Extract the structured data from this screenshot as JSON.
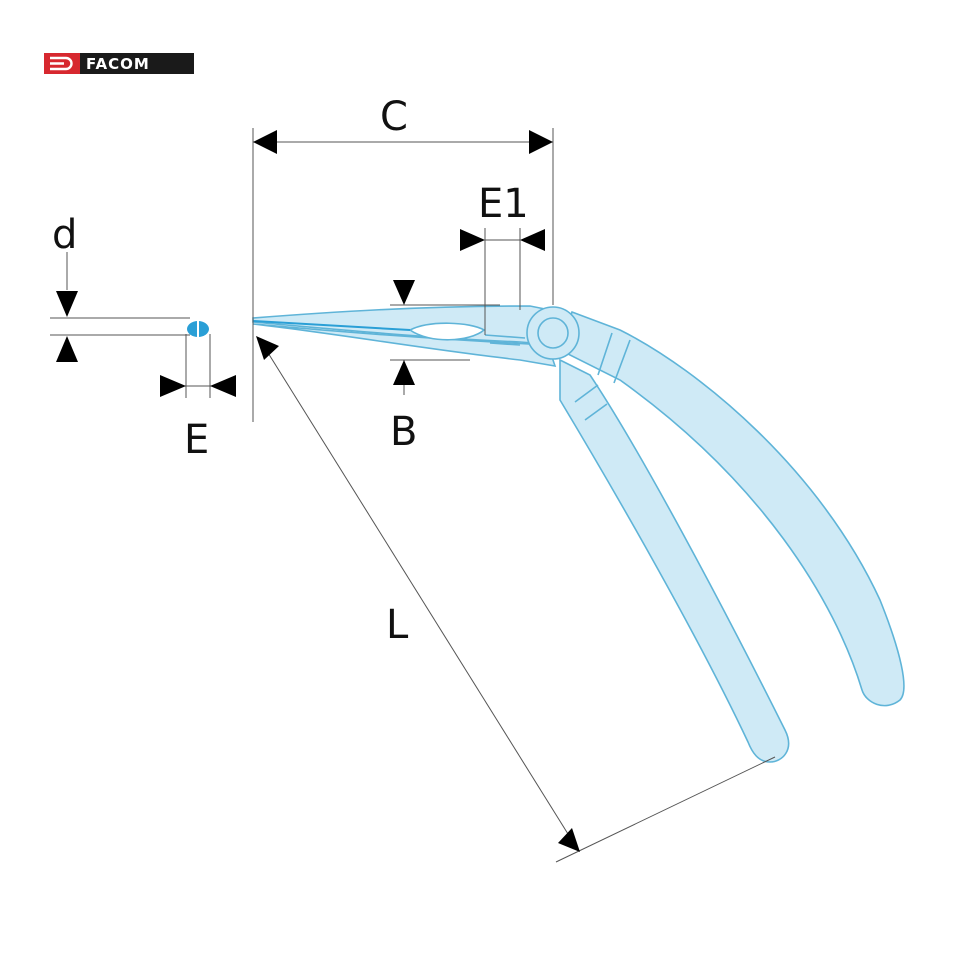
{
  "brand": {
    "name": "FACOM",
    "colors": {
      "red": "#d7282f",
      "black": "#1a1a1a"
    }
  },
  "dimensions": {
    "d": "d",
    "C": "C",
    "E1": "E1",
    "E": "E",
    "B": "B",
    "L": "L"
  },
  "colors": {
    "tool_fill": "#cfeaf6",
    "tool_stroke": "#5fb4d8",
    "tip_marker": "#2a9fd6",
    "dim_line": "#555555",
    "arrow": "#000000"
  },
  "icons": [
    "facom-logo-icon",
    "plier-drawing",
    "tip-cross-section-icon"
  ]
}
